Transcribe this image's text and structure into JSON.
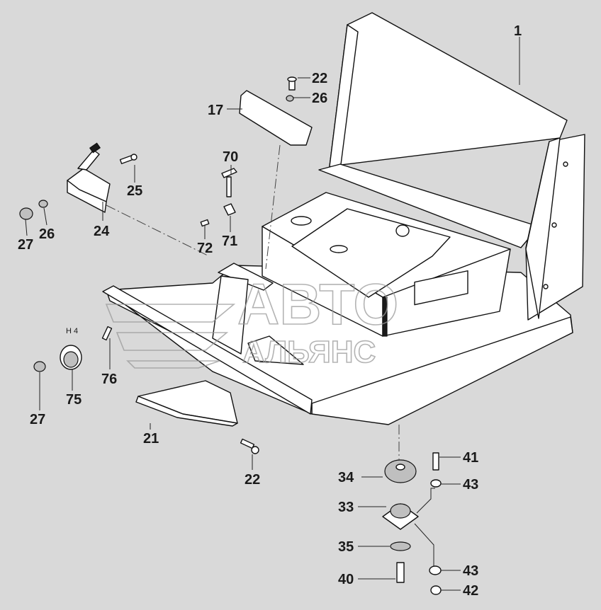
{
  "callouts": {
    "p1": "1",
    "p22a": "22",
    "p26a": "26",
    "p17": "17",
    "p70": "70",
    "p25": "25",
    "p24": "24",
    "p26b": "26",
    "p27a": "27",
    "p72": "72",
    "p71": "71",
    "h4": "H 4",
    "p76": "76",
    "p75": "75",
    "p27b": "27",
    "p21": "21",
    "p22b": "22",
    "p34": "34",
    "p41": "41",
    "p43a": "43",
    "p33": "33",
    "p35": "35",
    "p43b": "43",
    "p40": "40",
    "p42": "42"
  },
  "watermark": {
    "line1": "АВТО",
    "line2": "АЛЬЯНС"
  }
}
